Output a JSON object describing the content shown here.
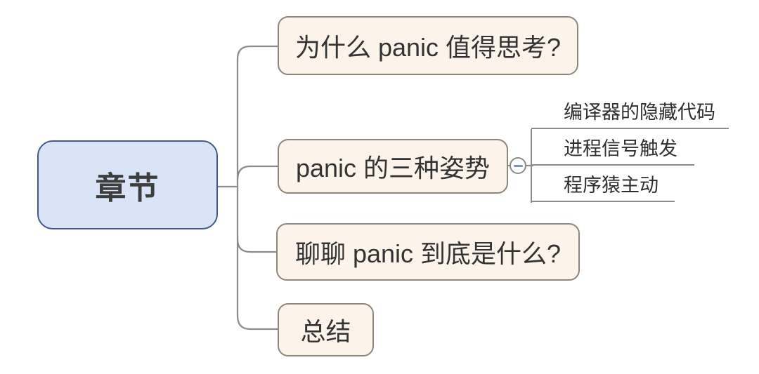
{
  "colors": {
    "root_fill": "#d9e4f7",
    "root_border": "#44568c",
    "root_text": "#3d3d3d",
    "child_fill": "#fcf3eb",
    "child_border": "#8d867d",
    "child_text": "#333333",
    "connector_line": "#8c8c8c",
    "toggle_minus": "#8091c0",
    "toggle_border": "#8a8a8a"
  },
  "icons": {
    "toggle": "minus-icon"
  },
  "mindmap": {
    "root": {
      "label": "章节"
    },
    "children": [
      {
        "label": "为什么 panic 值得思考?"
      },
      {
        "label": "panic 的三种姿势",
        "collapsed": false,
        "children": [
          {
            "label": "编译器的隐藏代码"
          },
          {
            "label": "进程信号触发"
          },
          {
            "label": "程序猿主动"
          }
        ]
      },
      {
        "label": "聊聊 panic 到底是什么?"
      },
      {
        "label": "总结"
      }
    ]
  }
}
